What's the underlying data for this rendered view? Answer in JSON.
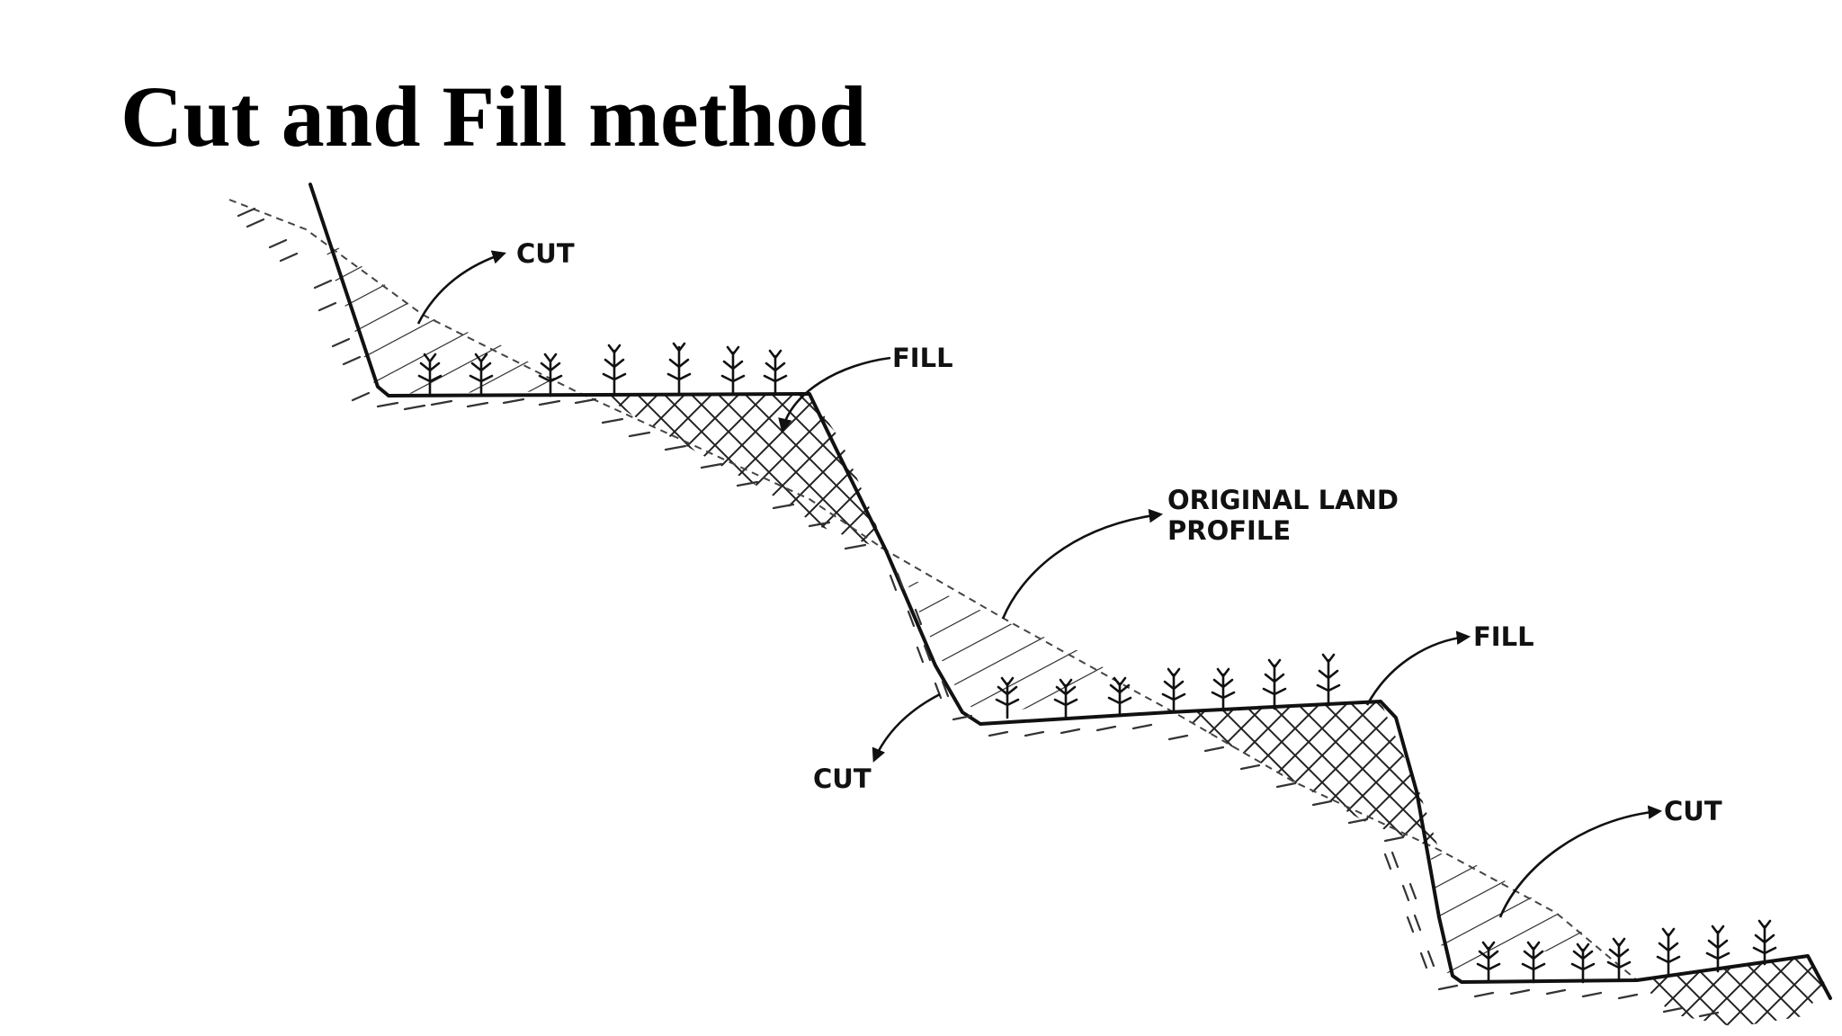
{
  "slide": {
    "title": "Cut and Fill method"
  },
  "diagram": {
    "labels": {
      "cut_top": "CUT",
      "fill_top": "FILL",
      "original_line1": "ORIGINAL LAND",
      "original_line2": "PROFILE",
      "fill_middle": "FILL",
      "cut_middle": "CUT",
      "cut_bottom": "CUT"
    },
    "colors": {
      "ink": "#111111",
      "background": "#ffffff"
    }
  }
}
